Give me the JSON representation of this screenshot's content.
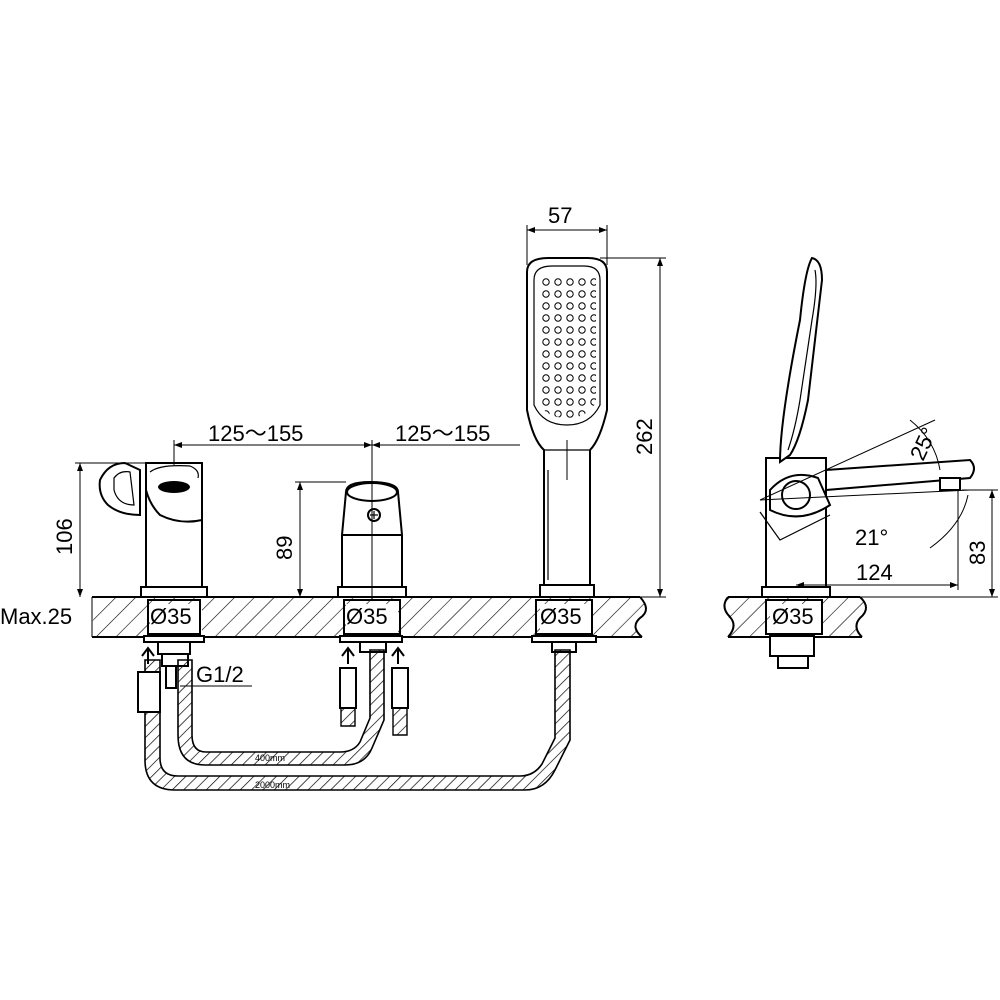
{
  "dimensions": {
    "spacing_1": "125～155",
    "spacing_2": "125～155",
    "handshower_width": "57",
    "handshower_height": "262",
    "spout_height": "106",
    "mixer_height": "89",
    "max_deck": "Max.25",
    "hole_1": "Ø35",
    "hole_2": "Ø35",
    "hole_3": "Ø35",
    "hole_side": "Ø35",
    "thread": "G1/2",
    "hose_short": "400mm",
    "hose_long": "2000mm",
    "lever_angle": "25°",
    "spout_angle": "21°",
    "spout_reach": "124",
    "side_height": "83"
  }
}
